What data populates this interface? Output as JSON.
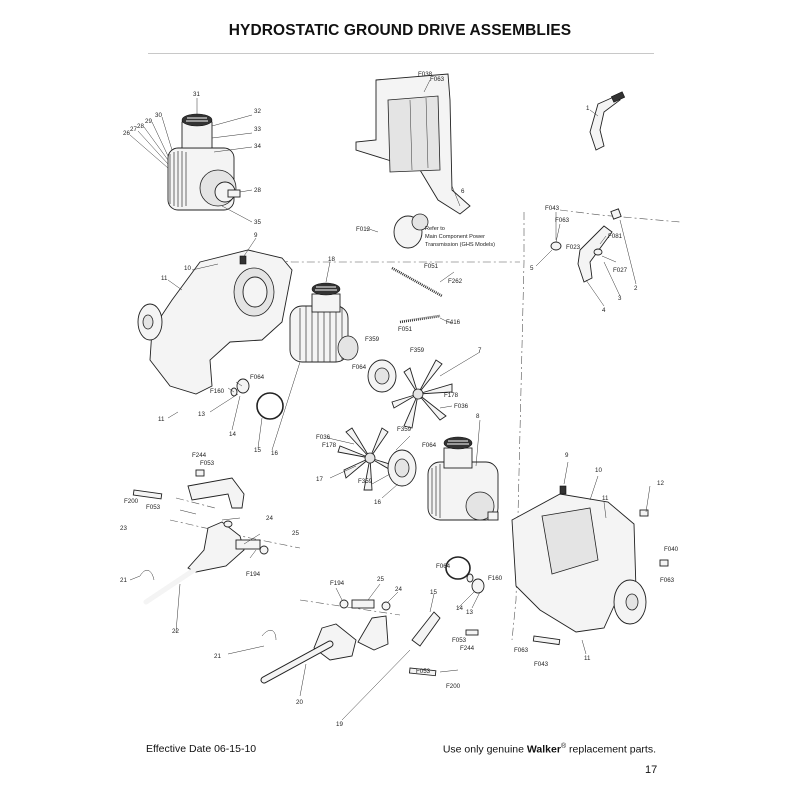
{
  "title": "HYDROSTATIC GROUND DRIVE ASSEMBLIES",
  "footer": {
    "effective_date": "Effective Date 06-15-10",
    "note_prefix": "Use only genuine ",
    "brand": "Walker",
    "registered": "®",
    "note_suffix": " replacement parts.",
    "page_number": "17"
  },
  "reference_note": [
    "Refer to",
    "Main Component Power",
    "Transmission (GHS Models)"
  ],
  "callouts": {
    "c31": "31",
    "c32": "32",
    "c33": "33",
    "c34": "34",
    "c30": "30",
    "c29": "29",
    "c28a": "28",
    "c27": "27",
    "c26": "26",
    "c28b": "28",
    "c35": "35",
    "f038": "F038",
    "f063a": "F063",
    "c6": "6",
    "c1": "1",
    "f043a": "F043",
    "f063b": "F063",
    "f023": "F023",
    "f081": "F081",
    "f027": "F027",
    "c5": "5",
    "c4": "4",
    "c3": "3",
    "c2": "2",
    "f012": "F012",
    "c9a": "9",
    "c10a": "10",
    "c11a": "11",
    "c18": "18",
    "f051a": "F051",
    "f262": "F262",
    "f051b": "F051",
    "f416": "F416",
    "f359a": "F359",
    "f359b": "F359",
    "c7": "7",
    "f064a": "F064",
    "f064b": "F064",
    "f160a": "F160",
    "c13a": "13",
    "c11b": "11",
    "c14a": "14",
    "c15a": "15",
    "c16a": "16",
    "f178a": "F178",
    "f036a": "F036",
    "f036b": "F036",
    "f178b": "F178",
    "f359c": "F359",
    "c17": "17",
    "f359d": "F359",
    "c16b": "16",
    "f064c": "F064",
    "c8": "8",
    "c9b": "9",
    "c10b": "10",
    "c11c": "11",
    "c12": "12",
    "f244a": "F244",
    "f053a": "F053",
    "f200a": "F200",
    "f053b": "F053",
    "c23": "23",
    "c24a": "24",
    "c25a": "25",
    "f194a": "F194",
    "c21a": "21",
    "c22": "22",
    "f194b": "F194",
    "c25b": "25",
    "c24b": "24",
    "c21b": "21",
    "c20": "20",
    "c19": "19",
    "c15b": "15",
    "f064d": "F064",
    "f160b": "F160",
    "c14b": "14",
    "c13b": "13",
    "f053c": "F053",
    "f244b": "F244",
    "f053d": "F053",
    "f200b": "F200",
    "f063c": "F063",
    "f043b": "F043",
    "c11d": "11",
    "f040": "F040",
    "f063d": "F063"
  }
}
